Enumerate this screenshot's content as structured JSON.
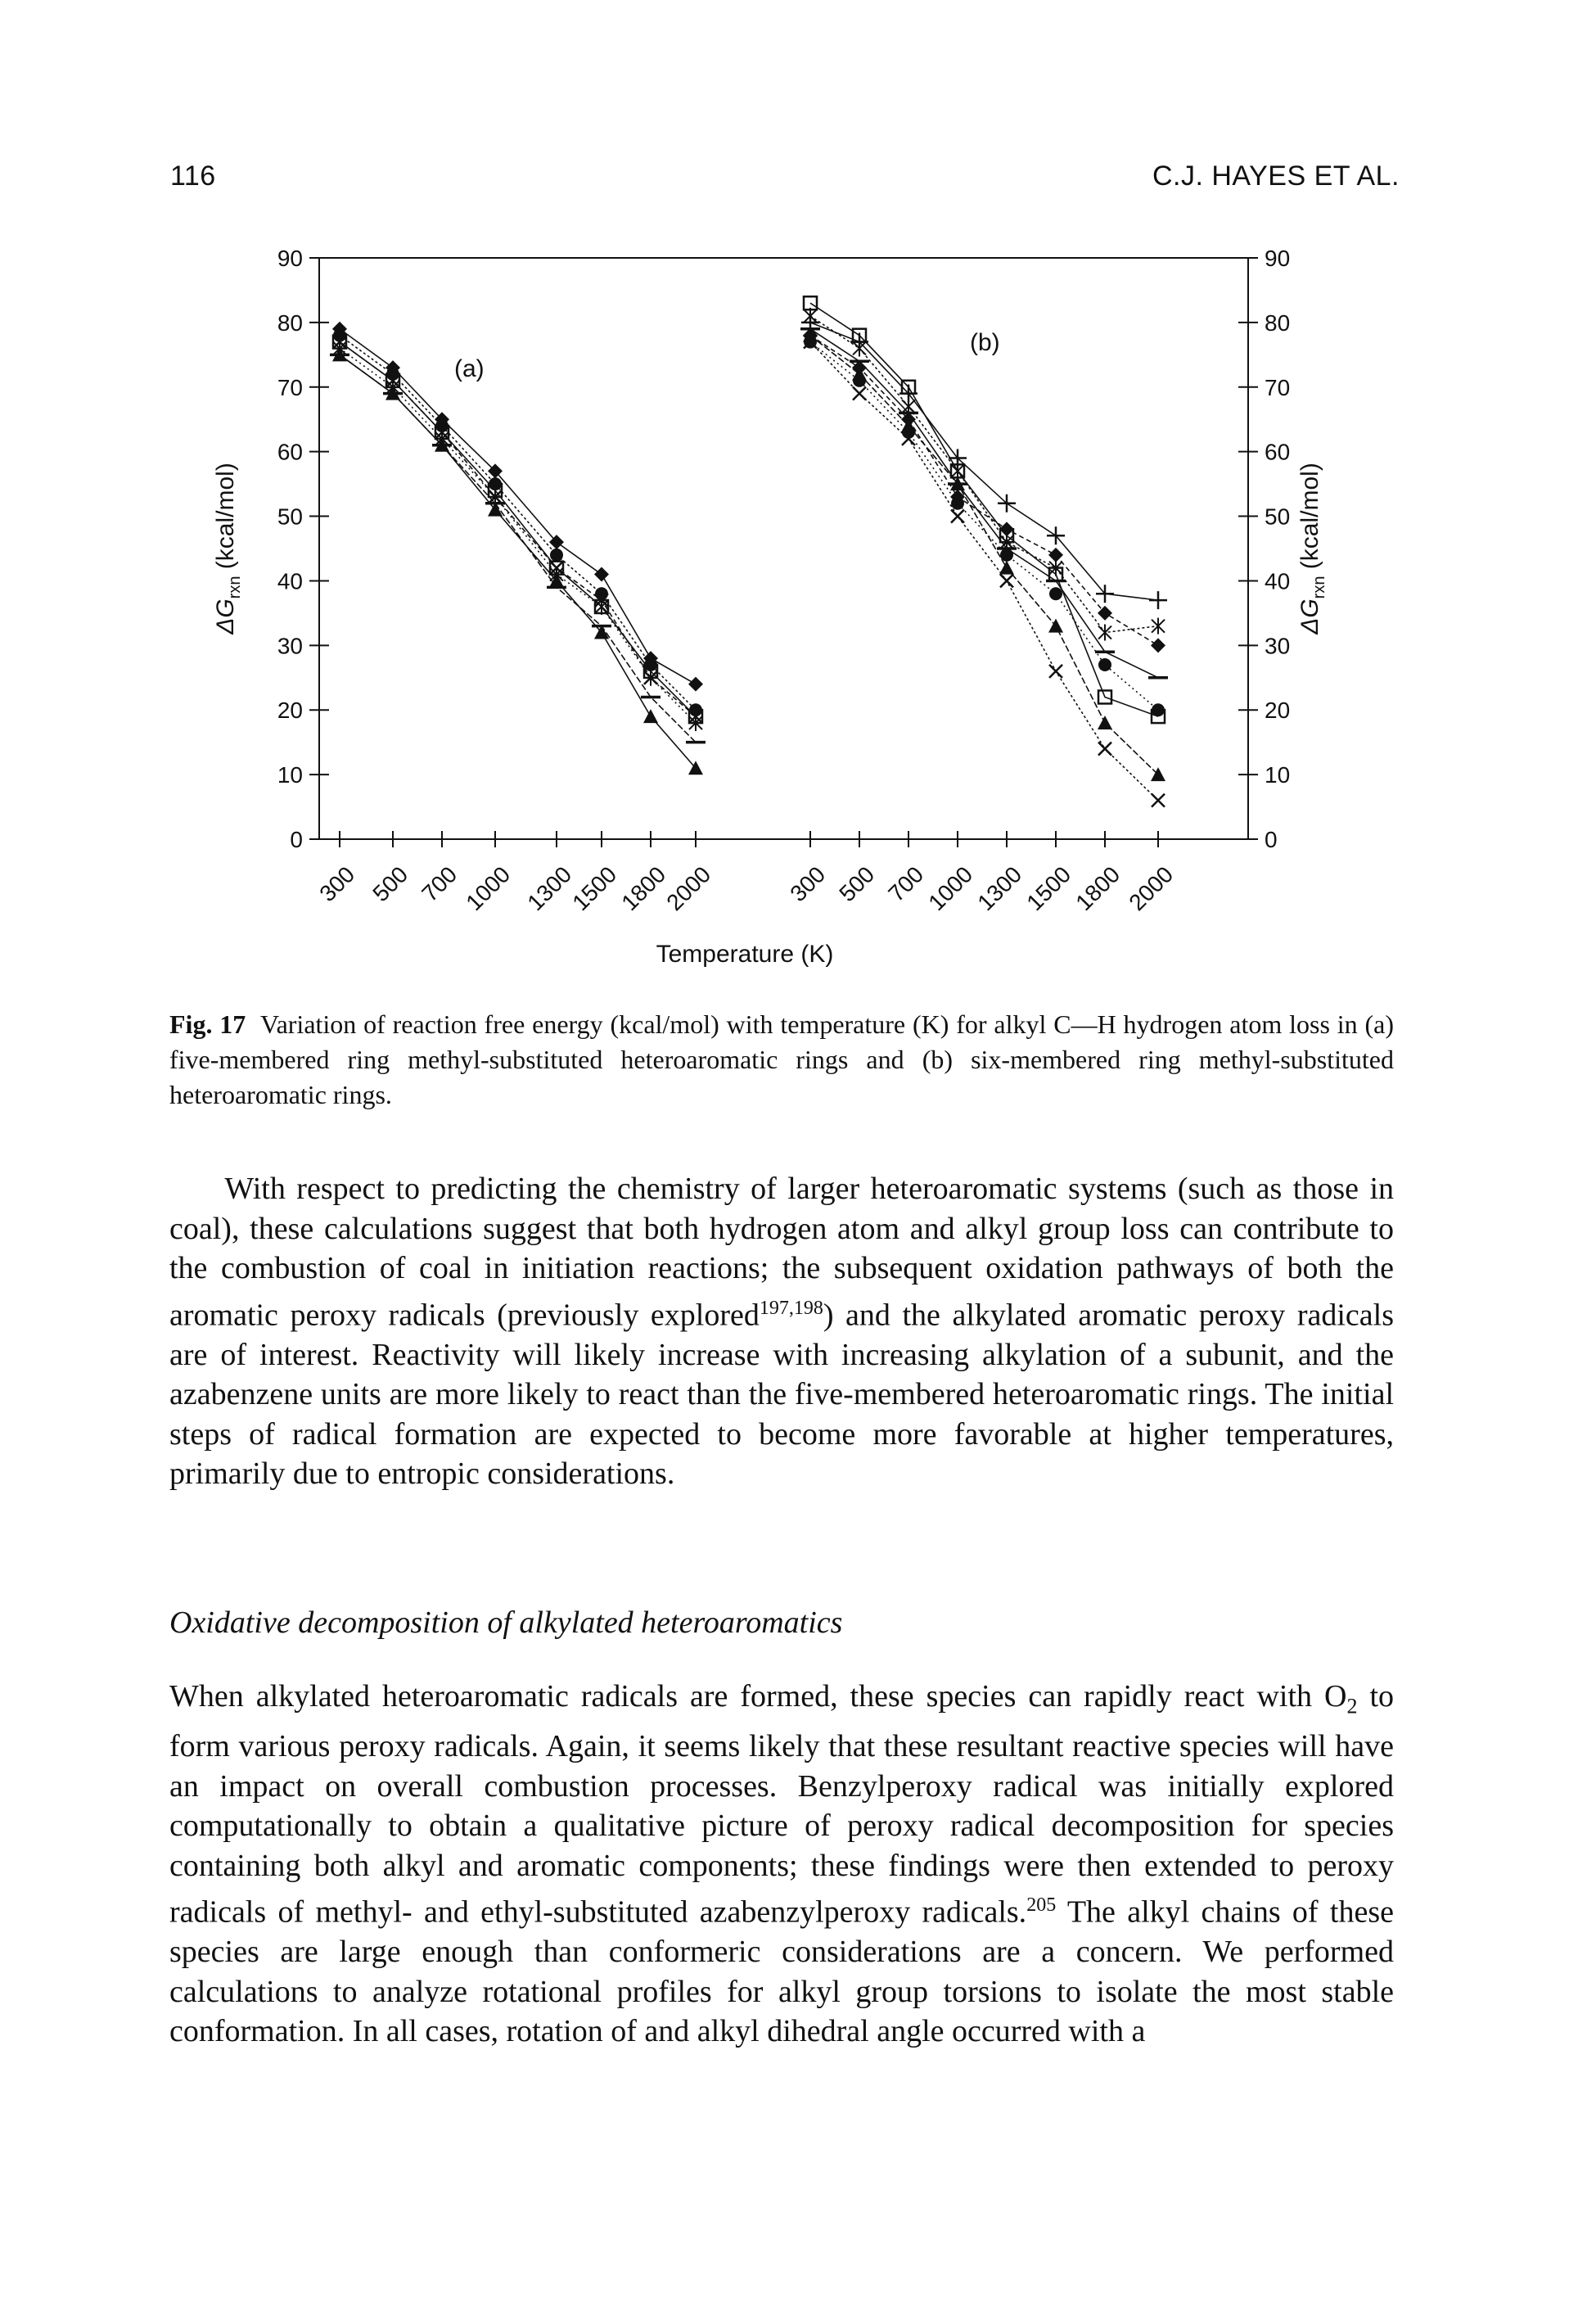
{
  "header": {
    "page_number": "116",
    "running_head": "C.J. HAYES ET AL."
  },
  "figure": {
    "panel_labels": [
      "(a)",
      "(b)"
    ],
    "xlabel": "Temperature (K)",
    "ylabel_left": "ΔG",
    "ylabel_left_sub": "rxn",
    "ylabel_left_unit": " (kcal/mol)",
    "ylabel_right": "ΔG",
    "ylabel_right_sub": "rxn",
    "ylabel_right_unit": " (kcal/mol)"
  },
  "chart_data": [
    {
      "type": "line",
      "panel": "(a)",
      "x": [
        300,
        500,
        700,
        1000,
        1300,
        1500,
        1800,
        2000
      ],
      "xticks": [
        "300",
        "500",
        "700",
        "1000",
        "1300",
        "1500",
        "1800",
        "2000"
      ],
      "xlabel": "Temperature (K)",
      "ylabel": "ΔGrxn (kcal/mol)",
      "ylim": [
        0,
        90
      ],
      "yticks": [
        0,
        10,
        20,
        30,
        40,
        50,
        60,
        70,
        80,
        90
      ],
      "markers": [
        "diamond",
        "circle",
        "square",
        "cross",
        "star",
        "triangle",
        "dash"
      ],
      "series": [
        {
          "marker": "diamond",
          "values": [
            79,
            73,
            65,
            57,
            46,
            41,
            28,
            24
          ]
        },
        {
          "marker": "circle",
          "values": [
            78,
            72,
            64,
            55,
            44,
            38,
            27,
            20
          ]
        },
        {
          "marker": "square",
          "values": [
            77,
            71,
            63,
            54,
            42,
            36,
            26,
            19
          ]
        },
        {
          "marker": "cross",
          "values": [
            77,
            71,
            63,
            53,
            42,
            37,
            25,
            19
          ]
        },
        {
          "marker": "star",
          "values": [
            76,
            70,
            62,
            53,
            41,
            36,
            25,
            18
          ]
        },
        {
          "marker": "triangle",
          "values": [
            75,
            69,
            61,
            51,
            40,
            32,
            19,
            11
          ]
        },
        {
          "marker": "dash",
          "values": [
            75,
            69,
            61,
            52,
            39,
            33,
            22,
            15
          ]
        }
      ]
    },
    {
      "type": "line",
      "panel": "(b)",
      "x": [
        300,
        500,
        700,
        1000,
        1300,
        1500,
        1800,
        2000
      ],
      "xticks": [
        "300",
        "500",
        "700",
        "1000",
        "1300",
        "1500",
        "1800",
        "2000"
      ],
      "xlabel": "Temperature (K)",
      "ylabel": "ΔGrxn (kcal/mol)",
      "ylim": [
        0,
        90
      ],
      "yticks": [
        0,
        10,
        20,
        30,
        40,
        50,
        60,
        70,
        80,
        90
      ],
      "markers": [
        "plus",
        "star",
        "dash",
        "diamond",
        "circle",
        "square",
        "triangle",
        "cross"
      ],
      "series": [
        {
          "marker": "plus",
          "values": [
            80,
            77,
            69,
            59,
            52,
            47,
            38,
            37
          ]
        },
        {
          "marker": "star",
          "values": [
            81,
            76,
            67,
            57,
            46,
            42,
            32,
            33
          ]
        },
        {
          "marker": "dash",
          "values": [
            79,
            74,
            66,
            55,
            45,
            40,
            29,
            25
          ]
        },
        {
          "marker": "diamond",
          "values": [
            78,
            73,
            65,
            53,
            48,
            44,
            35,
            30
          ]
        },
        {
          "marker": "circle",
          "values": [
            77,
            71,
            63,
            52,
            44,
            38,
            27,
            20
          ]
        },
        {
          "marker": "square",
          "values": [
            83,
            78,
            70,
            57,
            47,
            41,
            22,
            19
          ]
        },
        {
          "marker": "triangle",
          "values": [
            78,
            72,
            64,
            55,
            42,
            33,
            18,
            10
          ]
        },
        {
          "marker": "cross",
          "values": [
            77,
            69,
            62,
            50,
            40,
            26,
            14,
            6
          ]
        }
      ]
    }
  ],
  "caption": {
    "label": "Fig. 17",
    "text": "Variation of reaction free energy (kcal/mol) with temperature (K) for alkyl C—H hydrogen atom loss in (a) five-membered ring methyl-substituted heteroaromatic rings and (b) six-membered ring methyl-substituted heteroaromatic rings."
  },
  "body": {
    "para1_a": "With respect to predicting the chemistry of larger heteroaromatic systems (such as those in coal), these calculations suggest that both hydrogen atom and alkyl group loss can contribute to the combustion of coal in initiation reactions; the subsequent oxidation pathways of both the aromatic peroxy radicals (previously explored",
    "para1_ref": "197,198",
    "para1_b": ") and the alkylated aromatic peroxy radicals are of interest. Reactivity will likely increase with increasing alkylation of a subunit, and the azabenzene units are more likely to react than the five-membered heteroaromatic rings. The initial steps of radical formation are expected to become more favorable at higher temperatures, primarily due to entropic considerations.",
    "section_heading": "Oxidative decomposition of alkylated heteroaromatics",
    "para2_a": "When alkylated heteroaromatic radicals are formed, these species can rapidly react with O",
    "para2_sub": "2",
    "para2_b": " to form various peroxy radicals. Again, it seems likely that these resultant reactive species will have an impact on overall combustion processes. Benzylperoxy radical was initially explored computationally to obtain a qualitative picture of peroxy radical decomposition for species containing both alkyl and aromatic components; these findings were then extended to peroxy radicals of methyl- and ethyl-substituted azabenzylperoxy radicals.",
    "para2_ref": "205",
    "para2_c": " The alkyl chains of these species are large enough than conformeric considerations are a concern. We performed calculations to analyze rotational profiles for alkyl group torsions to isolate the most stable conformation. In all cases, rotation of and alkyl dihedral angle occurred with a"
  }
}
